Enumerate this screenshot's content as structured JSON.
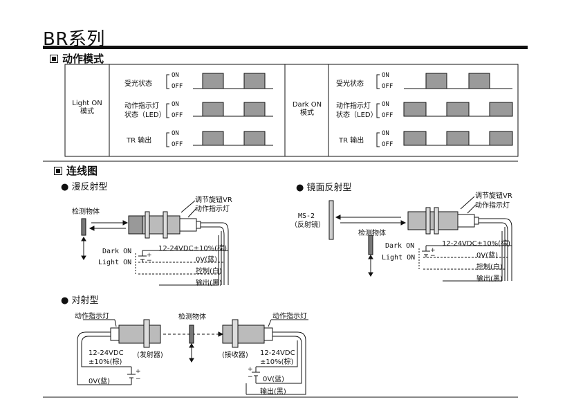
{
  "header": {
    "title": "BR系列"
  },
  "section1": {
    "heading": "动作模式",
    "light_mode": "Light ON\n模式",
    "dark_mode": "Dark ON\n模式",
    "row_labels": [
      "受光状态",
      "动作指示灯\n状态（LED）",
      "TR 输出"
    ],
    "on": "ON",
    "off": "OFF"
  },
  "section2": {
    "heading": "连线图",
    "diffuse": {
      "title": "● 漫反射型",
      "object": "检测物体",
      "vr": "调节旋钮VR",
      "led": "动作指示灯",
      "dark_on": "Dark ON",
      "light_on": "Light ON",
      "brown": "12-24VDC±10%(棕)",
      "blue": "0V(蓝)",
      "white": "控制(白)",
      "black": "输出(黑)"
    },
    "mirror": {
      "title": "● 镜面反射型",
      "ms2": "MS-2\n（反射镜）",
      "object": "检测物体",
      "vr": "调节旋钮VR",
      "led": "动作指示灯",
      "dark_on": "Dark ON",
      "light_on": "Light ON",
      "brown": "12-24VDC±10%(棕)",
      "blue": "0V(蓝)",
      "white": "控制(白)",
      "black": "输出(黑)"
    },
    "thru": {
      "title": "● 对射型",
      "led_left": "动作指示灯",
      "led_right": "动作指示灯",
      "object": "检测物体",
      "supply": "12-24VDC\n±10%(棕)",
      "emitter": "(发射器)",
      "receiver": "(接收器)",
      "supply_right": "12-24VDC\n±10%(棕)",
      "blue_left": "0V(蓝)",
      "blue_right": "0V(蓝)",
      "black": "输出(黑)"
    }
  }
}
